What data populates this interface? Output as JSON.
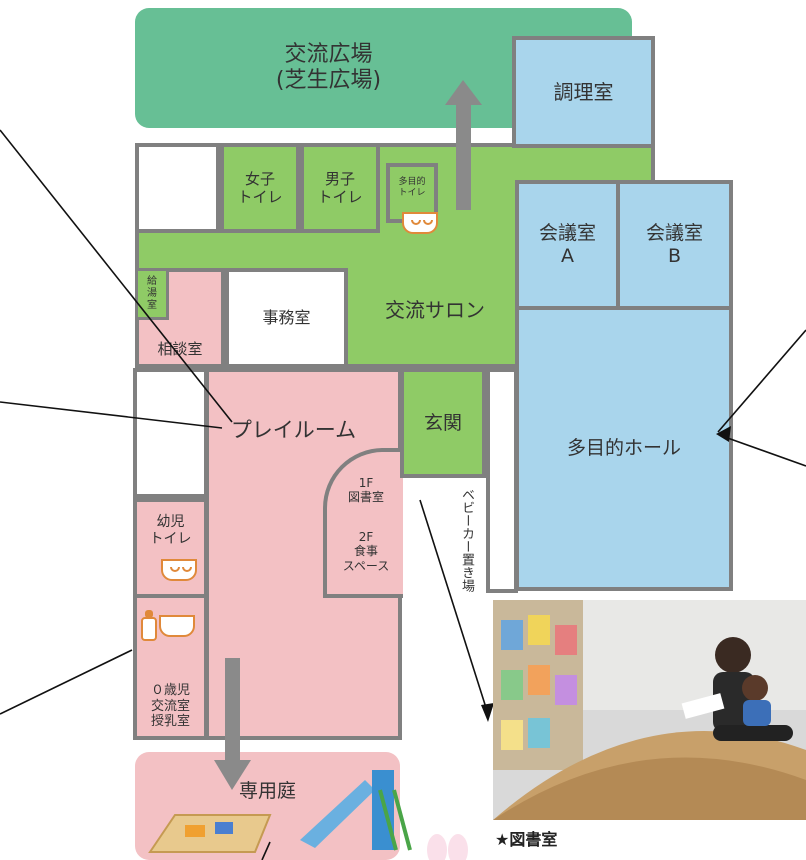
{
  "rooms": {
    "plaza": "交流広場\n(芝生広場)",
    "cooking": "調理室",
    "female_toilet": "女子\nトイレ",
    "male_toilet": "男子\nトイレ",
    "multi_toilet": "多目的\nトイレ",
    "meeting_a": "会議室\nA",
    "meeting_b": "会議室\nB",
    "kettle_room": "給\n湯\n室",
    "consult": "相談室",
    "office": "事務室",
    "salon": "交流サロン",
    "playroom": "プレイルーム",
    "entrance": "玄関",
    "hall": "多目的ホール",
    "library": "1F\n図書室",
    "dining": "2F\n食事\nスペース",
    "stroller": "ベビーカー置き場",
    "toddler_toilet": "幼児\nトイレ",
    "baby_room": "０歳児\n交流室\n授乳室",
    "garden": "専用庭"
  },
  "photo": {
    "caption": "★図書室"
  },
  "colors": {
    "green": "#8fcb66",
    "blue": "#a9d5ec",
    "pink": "#f3c1c4",
    "plaza": "#67bf95",
    "wall": "#808080"
  }
}
